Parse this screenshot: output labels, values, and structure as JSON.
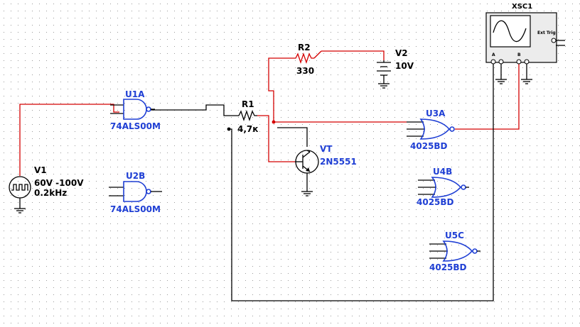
{
  "colors": {
    "wire_red": "#d40000",
    "wire_black": "#000000",
    "label_blue": "#1f3fd4",
    "grid_dot": "#9a9a9a",
    "background": "#ffffff"
  },
  "components": {
    "v1": {
      "ref": "V1",
      "spec1": "60V  -100V",
      "spec2": "0.2kHz"
    },
    "u1a": {
      "ref": "U1A",
      "part": "74ALS00M"
    },
    "u2b": {
      "ref": "U2B",
      "part": "74ALS00M"
    },
    "r1": {
      "ref": "R1",
      "value": "4,7к"
    },
    "r2": {
      "ref": "R2",
      "value": "330"
    },
    "v2": {
      "ref": "V2",
      "value": "10V"
    },
    "vt": {
      "ref": "VT",
      "part": "2N5551"
    },
    "u3a": {
      "ref": "U3A",
      "part": "4025BD"
    },
    "u4b": {
      "ref": "U4B",
      "part": "4025BD"
    },
    "u5c": {
      "ref": "U5C",
      "part": "4025BD"
    },
    "xsc1": {
      "ref": "XSC1",
      "ch_a": "A",
      "ch_b": "B",
      "ext_trig": "Ext Trig"
    }
  }
}
